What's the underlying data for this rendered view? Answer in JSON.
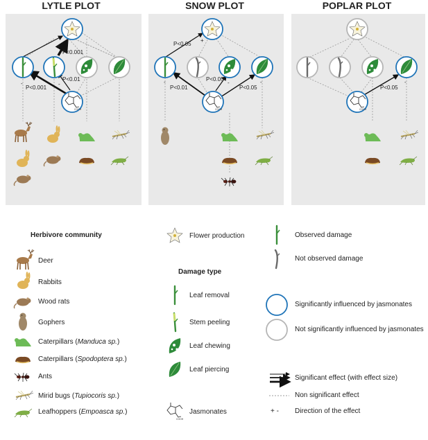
{
  "plots": [
    {
      "title": "LYTLE PLOT"
    },
    {
      "title": "SNOW PLOT"
    },
    {
      "title": "POPLAR PLOT"
    }
  ],
  "lytle_labels": {
    "flower_link": "P<0.001",
    "stem_link": "P<0.01",
    "leaf_link": "P<0.001",
    "plus": "+",
    "minus1": "-",
    "minus2": "-"
  },
  "snow_labels": {
    "flower_link": "P<0.05",
    "plus": "+",
    "leaf_removal_link": "P<0.01",
    "chewing_link": "P<0.05",
    "piercing_link": "P<0.05",
    "minus1": "-",
    "minus2": "-",
    "minus3": "-"
  },
  "poplar_labels": {
    "piercing_link": "P<0.05",
    "minus1": "-"
  },
  "legend": {
    "herbivore_heading": "Herbivore community",
    "herbivores": [
      {
        "label": "Deer",
        "icon": "deer-icon"
      },
      {
        "label": "Rabbits",
        "icon": "rabbit-icon"
      },
      {
        "label": "Wood rats",
        "icon": "woodrat-icon"
      },
      {
        "label": "Gophers",
        "icon": "gopher-icon"
      },
      {
        "label": "Caterpillars (",
        "italic": "Manduca sp.",
        "close": ")",
        "icon": "manduca-caterpillar-icon"
      },
      {
        "label": "Caterpillars (",
        "italic": "Spodoptera sp.",
        "close": ")",
        "icon": "spodoptera-caterpillar-icon"
      },
      {
        "label": "Ants",
        "icon": "ant-icon"
      },
      {
        "label": "Mirid bugs (",
        "italic": "Tupiocoris sp.",
        "close": ")",
        "icon": "mirid-bug-icon"
      },
      {
        "label": "Leafhoppers (",
        "italic": "Empoasca sp.",
        "close": ")",
        "icon": "leafhopper-icon"
      }
    ],
    "flower_production": "Flower production",
    "damage_heading": "Damage type",
    "damage": [
      "Leaf removal",
      "Stem peeling",
      "Leaf chewing",
      "Leaf piercing"
    ],
    "jasmonates": "Jasmonates",
    "observed_damage": "Observed damage",
    "not_observed_damage": "Not observed damage",
    "sig_jasmonates": "Significantly influenced by jasmonates",
    "not_sig_jasmonates": "Not significantly influenced by jasmonates",
    "sig_effect": "Significant effect (with effect size)",
    "non_sig_effect": "Non significant effect",
    "direction": "Direction of the effect",
    "direction_symbols": "+  -"
  },
  "colors": {
    "panel_bg": "#e9e9e9",
    "sig_ring": "#1f74b8",
    "nonsig_ring": "#b5b5b5",
    "stem_green": "#3a8f3a",
    "stem_light": "#c8de6a",
    "leaf_green": "#2e8b3a",
    "gray_stem": "#6a6a6a",
    "deer": "#a87a4a",
    "rabbit": "#e0b458",
    "woodrat": "#9c7a55",
    "gopher": "#a08868",
    "caterpillar_green": "#6dbb57",
    "caterpillar_brown": "#7a4a24"
  }
}
